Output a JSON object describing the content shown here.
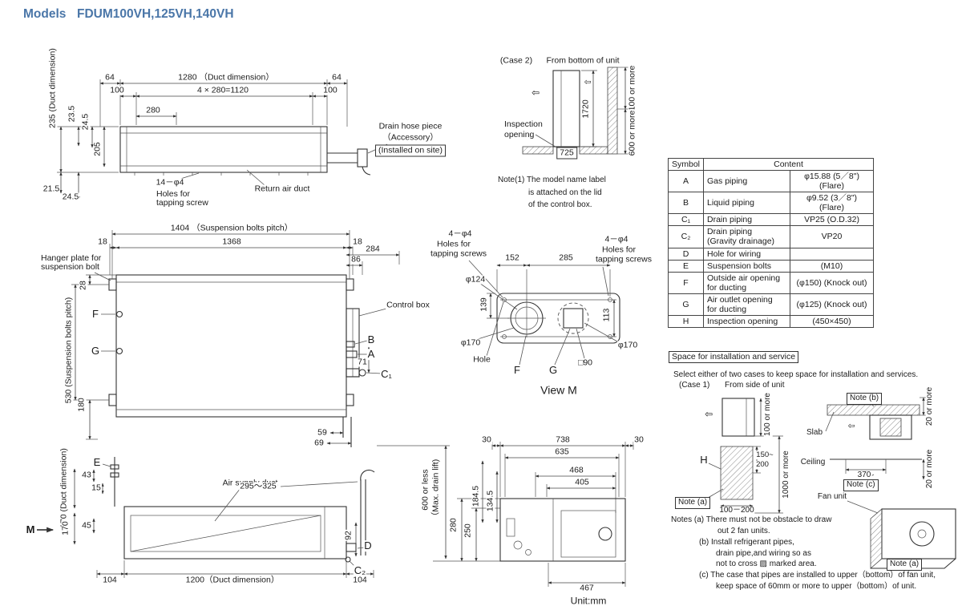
{
  "title": {
    "models": "Models",
    "models_values": "FDUM100VH,125VH,140VH"
  },
  "unit_label": "Unit:mm",
  "topview": {
    "w64l": "64",
    "w1280": "1280 （Duct dimension）",
    "w64r": "64",
    "w100l": "100",
    "w1120": "4 × 280=1120",
    "w100r": "100",
    "w280": "280",
    "d235": "235 (Duct dimension)",
    "d23_5": "23.5",
    "d24_5a": "24.5",
    "d205": "205",
    "d21_5": "21.5",
    "d24_5b": "24.5",
    "holes": "14－φ4",
    "holes_l2": "Holes for",
    "holes_l3": "tapping screw",
    "return_duct": "Return air duct",
    "drain1": "Drain hose piece",
    "drain2": "（Accessory）",
    "drain3": "(Installed on site)"
  },
  "frontview": {
    "p1404": "1404 （Suspension bolts pitch）",
    "p18l": "18",
    "p1368": "1368",
    "p18r": "18",
    "d284": "284",
    "d86": "86",
    "hanger1": "Hanger plate for",
    "hanger2": "suspension bolt",
    "d28": "28",
    "p530": "530 (Suspension bolts pitch)",
    "d180": "180",
    "f": "F",
    "g": "G",
    "control_box": "Control box",
    "b": "B",
    "a": "A",
    "d71": "71",
    "c1": "C₁",
    "d59": "59",
    "d69": "69"
  },
  "sideview": {
    "e": "E",
    "m": "M",
    "air_duct": "Air supply duct",
    "duct170": "170 (Duct dimension)",
    "d43": "43",
    "d15": "15",
    "d45": "45",
    "d170": "170",
    "d104l": "104",
    "w1200": "1200（Duct dimension）",
    "d104r": "104",
    "r295": "295～325",
    "d92": "92",
    "d_label": "D",
    "c2": "C₂"
  },
  "maxdrain": {
    "l600": "600 or less",
    "l600b": "（Max. drain lift)",
    "h280": "280",
    "h250": "250"
  },
  "case2": {
    "label": "(Case 2)",
    "from": "From bottom of unit",
    "arrow": "⇦",
    "p1720": "1720",
    "m100": "100 or more",
    "m600": "600 or more",
    "w725": "725",
    "insp1": "Inspection",
    "insp2": "opening",
    "note1": "Note(1)  The model name label",
    "note2": "is attached on the lid",
    "note3": "of the control box."
  },
  "viewm": {
    "hl1": "4－φ4",
    "hl2": "Holes for",
    "hl3": "tapping screws",
    "hr1": "4－φ4",
    "hr2": "Holes for",
    "hr3": "tapping screws",
    "d152": "152",
    "d285": "285",
    "dia124": "φ124",
    "d139": "139",
    "dia170l": "φ170",
    "dia170r": "φ170",
    "d113": "113",
    "sq90": "□90",
    "hole": "Hole",
    "f": "F",
    "g": "G",
    "title": "View M"
  },
  "bottomview": {
    "c30l": "30",
    "w738": "738",
    "c30r": "30",
    "w635": "635",
    "w468": "468",
    "w405": "405",
    "d184": "184.5",
    "d134": "134.5",
    "w467": "467"
  },
  "table": {
    "h_symbol": "Symbol",
    "h_content": "Content",
    "rows": [
      {
        "s": "A",
        "d": "Gas piping",
        "v": "φ15.88 (5／8\") (Flare)"
      },
      {
        "s": "B",
        "d": "Liquid piping",
        "v": "φ9.52 (3／8\") (Flare)"
      },
      {
        "s": "C₁",
        "d": "Drain piping",
        "v": "VP25 (O.D.32)"
      },
      {
        "s": "C₂",
        "d": "Drain piping\n(Gravity drainage)",
        "v": "VP20"
      },
      {
        "s": "D",
        "d": "Hole for wiring",
        "v": ""
      },
      {
        "s": "E",
        "d": "Suspension bolts",
        "v": "(M10)"
      },
      {
        "s": "F",
        "d": "Outside air opening\nfor ducting",
        "v": "(φ150) (Knock out)"
      },
      {
        "s": "G",
        "d": "Air outlet opening\nfor ducting",
        "v": "(φ125) (Knock out)"
      },
      {
        "s": "H",
        "d": "Inspection opening",
        "v": "(450×450)"
      }
    ]
  },
  "service": {
    "title": "Space for installation and service",
    "intro": "Select either of two cases to keep space for installation and services.",
    "case1": "(Case 1)",
    "case1_from": "From side of unit",
    "note_a": "Note (a)",
    "note_b": "Note (b)",
    "note_c": "Note (c)",
    "slab": "Slab",
    "ceiling": "Ceiling",
    "fan_unit": "Fan unit",
    "h": "H",
    "m100": "100 or more",
    "r150a": "150~",
    "r150b": "200",
    "m1000": "1000 or more",
    "r100_200": "100－200",
    "m20a": "20 or more",
    "m20b": "20 or more",
    "w370": "370",
    "arrow": "⇦",
    "notes": [
      "Notes (a)  There must not be obstacle to draw",
      "out 2 fan units.",
      "(b)  Install refrigerant pipes,",
      "drain pipe,and wiring so as",
      "not to cross ▨ marked area.",
      "(c)  The case that pipes are installed to upper（bottom）of fan unit,",
      "keep space of 60mm or more to upper（bottom）of unit."
    ]
  }
}
